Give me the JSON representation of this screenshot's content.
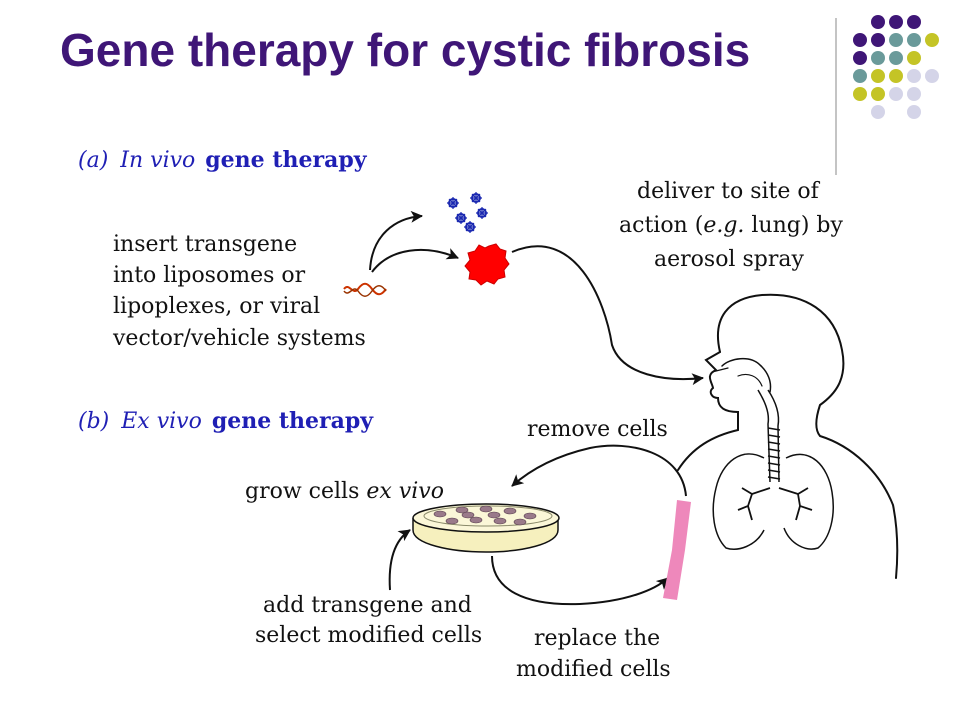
{
  "title": "Gene therapy for cystic fibrosis",
  "colors": {
    "title": "#3f1677",
    "dot_purple": "#3f1677",
    "dot_teal": "#6a9a9a",
    "dot_olive": "#c4c426",
    "dot_lavender": "#d4d4e8",
    "labels": "#1f1fb4",
    "blob": "#ff0000",
    "dish": "#f6f0be",
    "pink_bar": "#ee88bb"
  },
  "diagram": {
    "section_a": {
      "prefix": "(a)",
      "emphasis": "In vivo",
      "rest": "gene therapy"
    },
    "section_b": {
      "prefix": "(b)",
      "emphasis": "Ex vivo",
      "rest": "gene therapy"
    },
    "insert_text": [
      "insert transgene",
      "into liposomes or",
      "lipoplexes, or viral",
      "vector/vehicle systems"
    ],
    "deliver_line1": "deliver to site of",
    "deliver_line2_pre": "action (",
    "deliver_line2_em": "e.g.",
    "deliver_line2_post": " lung) by",
    "deliver_line3": "aerosol spray",
    "remove_cells": "remove cells",
    "grow_cells_pre": "grow cells ",
    "grow_cells_em": "ex vivo",
    "add_transgene": [
      "add transgene and",
      "select modified cells"
    ],
    "replace": [
      "replace the",
      "modified cells"
    ]
  }
}
